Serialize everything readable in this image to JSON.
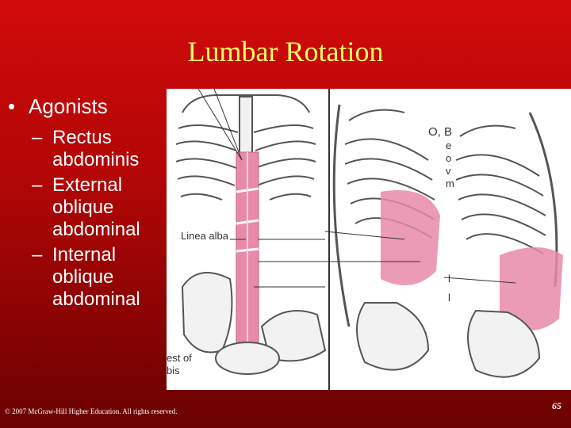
{
  "slide": {
    "title": "Lumbar Rotation",
    "bullet": "Agonists",
    "bullet_marker": "•",
    "sub_marker": "–",
    "sub_items": [
      {
        "line1": "Rectus",
        "line2": "abdominis"
      },
      {
        "line1": "External",
        "line2": "oblique",
        "line3": "abdominal"
      },
      {
        "line1": "Internal",
        "line2": "oblique",
        "line3": "abdominal"
      }
    ]
  },
  "figure": {
    "linea_label": "Linea alba",
    "crest_label_1": "est of",
    "crest_label_2": "bis",
    "corner_letters": "O, B",
    "right_letters": [
      "e",
      "o",
      "v",
      "m"
    ],
    "side_letters": [
      "l",
      "l"
    ],
    "colors": {
      "muscle": "#e88aa8",
      "bone": "#f2f2f2",
      "outline": "#555555"
    }
  },
  "footer": {
    "copyright": "© 2007 McGraw-Hill Higher Education. All rights reserved.",
    "page": "65"
  }
}
